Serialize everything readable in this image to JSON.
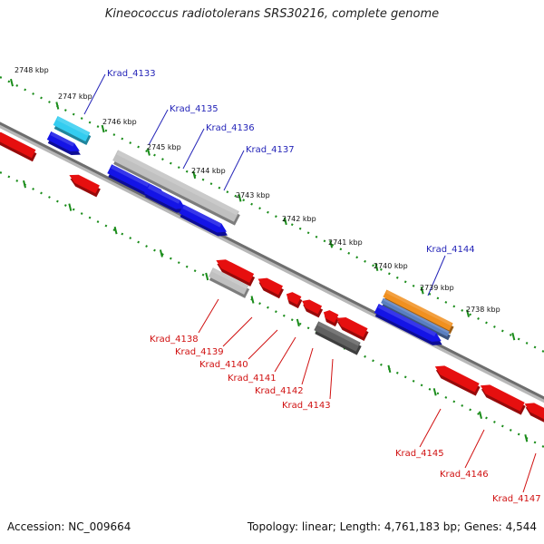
{
  "title": "Kineococcus radiotolerans SRS30216, complete genome",
  "footer": {
    "accession": "Accession: NC_009664",
    "topology": "Topology: linear; Length: 4,761,183 bp; Genes: 4,544"
  },
  "colors": {
    "forward": "#1414e6",
    "reverse": "#e60f0f",
    "label_forward": "#2424b8",
    "label_reverse": "#d01010",
    "backbone": "#808080",
    "scale_dots": "#1a8c1a",
    "pseudo_light": "#c0c0c0",
    "pseudo_dark": "#606060",
    "highlight_cyan": "#33ccf0",
    "highlight_orange": "#f09020"
  },
  "kbp_labels": [
    "2748 kbp",
    "2747 kbp",
    "2746 kbp",
    "2745 kbp",
    "2744 kbp",
    "2743 kbp",
    "2742 kbp",
    "2741 kbp",
    "2740 kbp",
    "2739 kbp",
    "2738 kbp"
  ],
  "gene_labels_top": [
    "Krad_4133",
    "Krad_4135",
    "Krad_4136",
    "Krad_4137",
    "Krad_4144"
  ],
  "gene_labels_bottom": [
    "Krad_4138",
    "Krad_4139",
    "Krad_4140",
    "Krad_4141",
    "Krad_4142",
    "Krad_4143",
    "Krad_4145",
    "Krad_4146",
    "Krad_4147"
  ]
}
